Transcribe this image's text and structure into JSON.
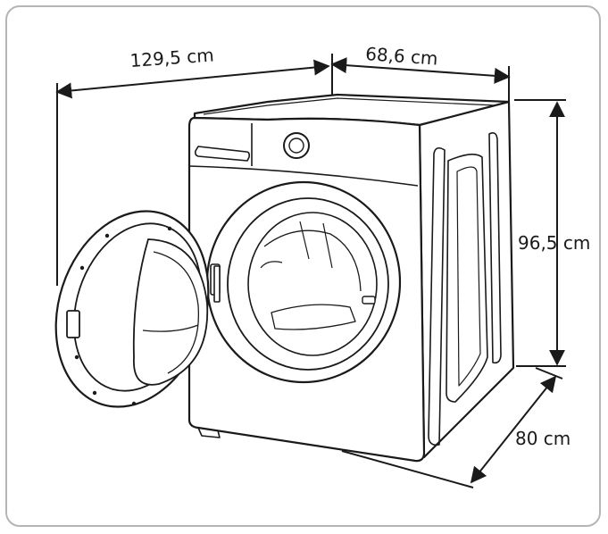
{
  "dimensions": {
    "width_with_door": "129,5 cm",
    "depth_top": "68,6 cm",
    "height": "96,5 cm",
    "depth_bottom": "80 cm"
  },
  "colors": {
    "frame_border": "#b5b5b5",
    "line": "#1a1a1a"
  },
  "icons": [
    "arrow-icon",
    "washing-machine-icon"
  ]
}
